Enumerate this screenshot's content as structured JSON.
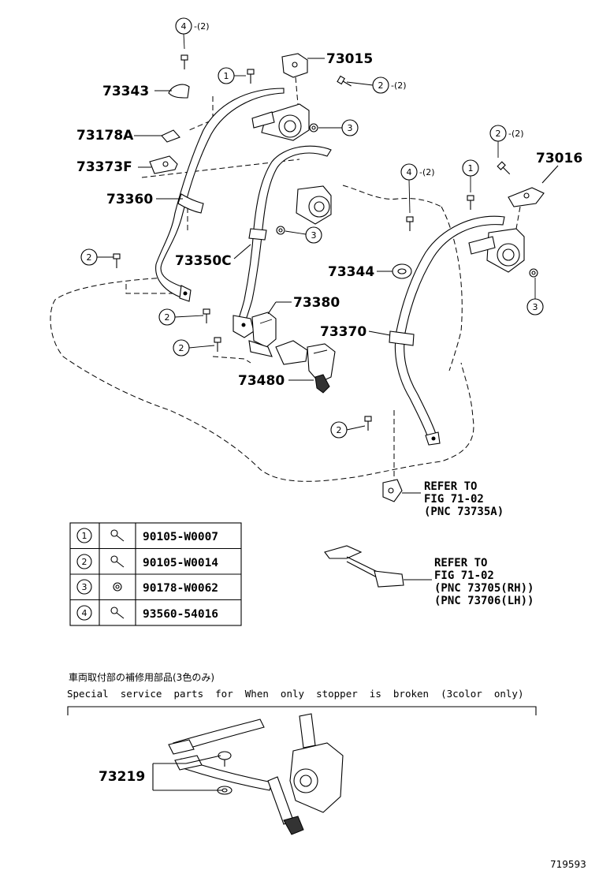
{
  "parts": {
    "p73015": "73015",
    "p73343": "73343",
    "p73178A": "73178A",
    "p73373F": "73373F",
    "p73360": "73360",
    "p73350C": "73350C",
    "p73380": "73380",
    "p73480": "73480",
    "p73016": "73016",
    "p73344": "73344",
    "p73370": "73370",
    "p73219": "73219"
  },
  "callouts": {
    "c1": "1",
    "c2": "2",
    "c3": "3",
    "c4": "4",
    "qty2": "-(2)"
  },
  "refer_notes": {
    "note1": [
      "REFER TO",
      "FIG 71-02",
      "(PNC 73735A)"
    ],
    "note2": [
      "REFER TO",
      "FIG 71-02",
      "(PNC 73705(RH))",
      "(PNC 73706(LH))"
    ]
  },
  "parts_table": [
    {
      "num": "1",
      "part_no": "90105-W0007"
    },
    {
      "num": "2",
      "part_no": "90105-W0014"
    },
    {
      "num": "3",
      "part_no": "90178-W0062"
    },
    {
      "num": "4",
      "part_no": "93560-54016"
    }
  ],
  "special_section": {
    "title_jp": "車両取付部の補修用部品(3色のみ)",
    "title_en": "Special  service  parts  for  When  only  stopper  is  broken  (3color  only)"
  },
  "figure_id": "719593"
}
